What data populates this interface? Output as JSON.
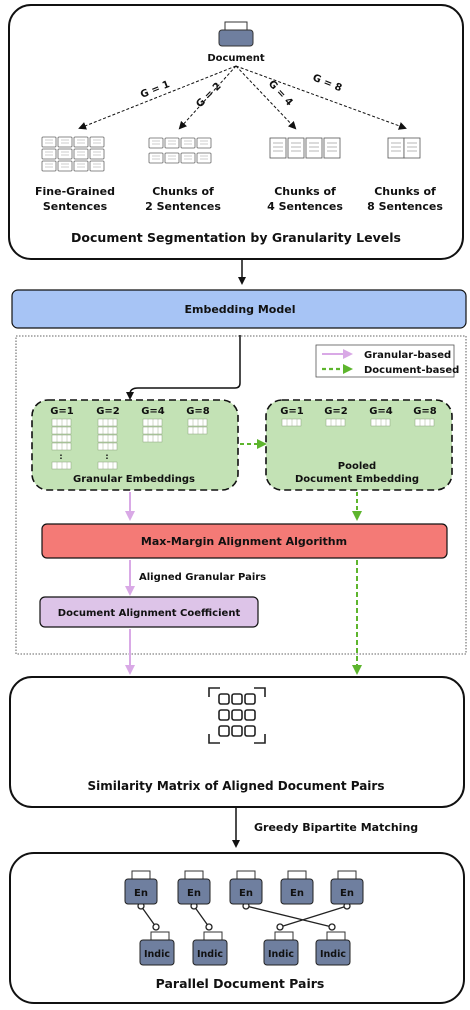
{
  "segmentation": {
    "document_label": "Document",
    "edges": [
      "G = 1",
      "G = 2",
      "G = 4",
      "G = 8"
    ],
    "groups": [
      {
        "line1": "Fine-Grained",
        "line2": "Sentences"
      },
      {
        "line1": "Chunks of",
        "line2": "2 Sentences"
      },
      {
        "line1": "Chunks of",
        "line2": "4 Sentences"
      },
      {
        "line1": "Chunks of",
        "line2": "8 Sentences"
      }
    ],
    "title": "Document Segmentation by Granularity Levels"
  },
  "embedding_model": "Embedding Model",
  "legend": {
    "granular": "Granular-based",
    "document": "Document-based",
    "granular_color": "#d9a9e6",
    "document_color": "#5db52d"
  },
  "granular_box": {
    "levels": [
      "G=1",
      "G=2",
      "G=4",
      "G=8"
    ],
    "label": "Granular Embeddings",
    "dots": ":"
  },
  "pooled_box": {
    "levels": [
      "G=1",
      "G=2",
      "G=4",
      "G=8"
    ],
    "line1": "Pooled",
    "line2": "Document Embedding"
  },
  "max_margin": "Max-Margin Alignment Algorithm",
  "aligned_pairs": "Aligned Granular Pairs",
  "dac": "Document Alignment Coefficient",
  "similarity_title": "Similarity Matrix of Aligned Document Pairs",
  "matching_label": "Greedy Bipartite Matching",
  "parallel": {
    "top": [
      "En",
      "En",
      "En",
      "En",
      "En"
    ],
    "bottom": [
      "Indic",
      "Indic",
      "Indic",
      "Indic"
    ],
    "title": "Parallel Document Pairs"
  },
  "colors": {
    "embedding_fill": "#a7c4f5",
    "green_fill": "#c3e2b5",
    "red_fill": "#f47a76",
    "purple_fill": "#ddc4e8",
    "icon_blue": "#6f7f9f"
  }
}
